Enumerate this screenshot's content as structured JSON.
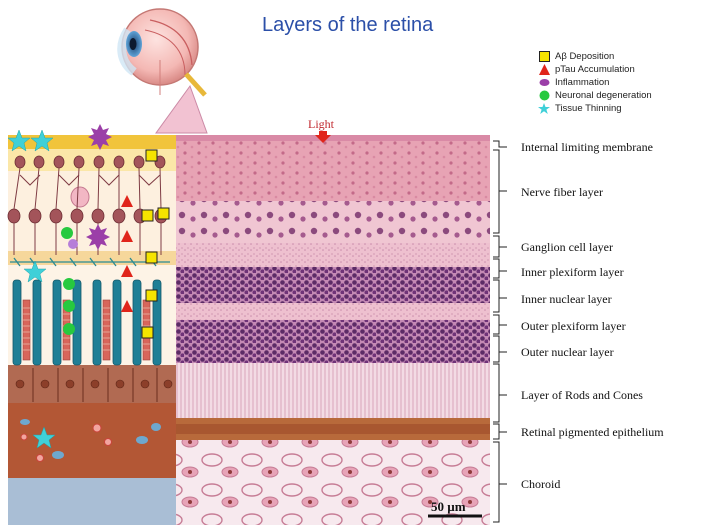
{
  "title": "Layers of the retina",
  "legend": [
    {
      "label": "Aβ Deposition",
      "icon": "yellow-square-icon",
      "color": "#f5e400"
    },
    {
      "label": "pTau Accumulation",
      "icon": "red-triangle-icon",
      "color": "#e0251b"
    },
    {
      "label": "Inflammation",
      "icon": "purple-spiky-icon",
      "color": "#9b3fa8"
    },
    {
      "label": "Neuronal degeneration",
      "icon": "green-circle-icon",
      "color": "#27c93f"
    },
    {
      "label": "Tissue Thinning",
      "icon": "cyan-star-icon",
      "color": "#3fd0d8"
    }
  ],
  "light_label": "Light",
  "scale_bar": "50 µm",
  "layers": [
    "Internal limiting membrane",
    "Nerve fiber layer",
    "Ganglion cell layer",
    "Inner plexiform layer",
    "Inner nuclear layer",
    "Outer plexiform layer",
    "Outer nuclear layer",
    "Layer of Rods and Cones",
    "Retinal pigmented epithelium",
    "Choroid"
  ]
}
